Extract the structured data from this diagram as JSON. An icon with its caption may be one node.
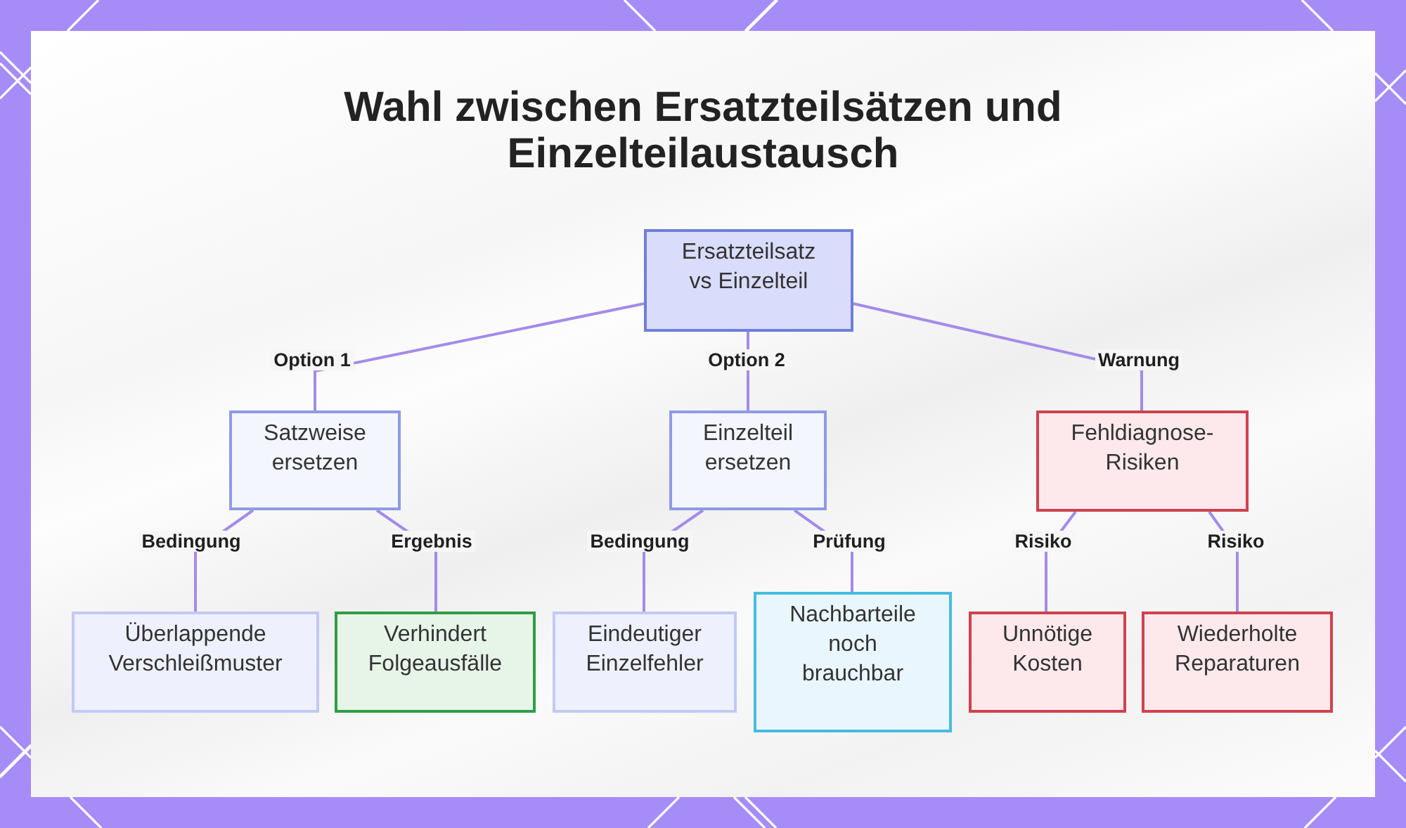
{
  "diagram": {
    "title": "Wahl zwischen Ersatzteilsätzen und Einzelteilaustausch",
    "nodes": [
      {
        "text": [
          "Ersatzteilsatz vs Einzelteil"
        ]
      },
      {
        "text": [
          "Satzweise ersetzen"
        ]
      },
      {
        "text": [
          "Einzelteil ersetzen"
        ]
      },
      {
        "text": [
          "Fehldiagnose-Risiken"
        ]
      },
      {
        "text": [
          "Überlappende Verschleißmuster"
        ]
      },
      {
        "text": [
          "Verhindert Folgeausfälle"
        ]
      },
      {
        "text": [
          "Eindeutiger Einzelfehler"
        ]
      },
      {
        "text": [
          "Nachbarteile noch brauchbar"
        ]
      },
      {
        "text": [
          "Unnötige Kosten"
        ]
      },
      {
        "text": [
          "Wiederholte Reparaturen"
        ]
      }
    ],
    "edges": [
      {
        "from": 0,
        "to": 1,
        "arrow": "none",
        "label": "Option 1"
      },
      {
        "from": 0,
        "to": 2,
        "arrow": "none",
        "label": "Option 2"
      },
      {
        "from": 0,
        "to": 3,
        "arrow": "none",
        "label": "Warnung"
      },
      {
        "from": 1,
        "to": 4,
        "arrow": "none",
        "label": "Bedingung"
      },
      {
        "from": 1,
        "to": 5,
        "arrow": "none",
        "label": "Ergebnis"
      },
      {
        "from": 2,
        "to": 6,
        "arrow": "none",
        "label": "Bedingung"
      },
      {
        "from": 2,
        "to": 7,
        "arrow": "none",
        "label": "Prüfung"
      },
      {
        "from": 3,
        "to": 8,
        "arrow": "none",
        "label": "Risiko"
      },
      {
        "from": 3,
        "to": 9,
        "arrow": "none",
        "label": "Risiko"
      }
    ]
  }
}
